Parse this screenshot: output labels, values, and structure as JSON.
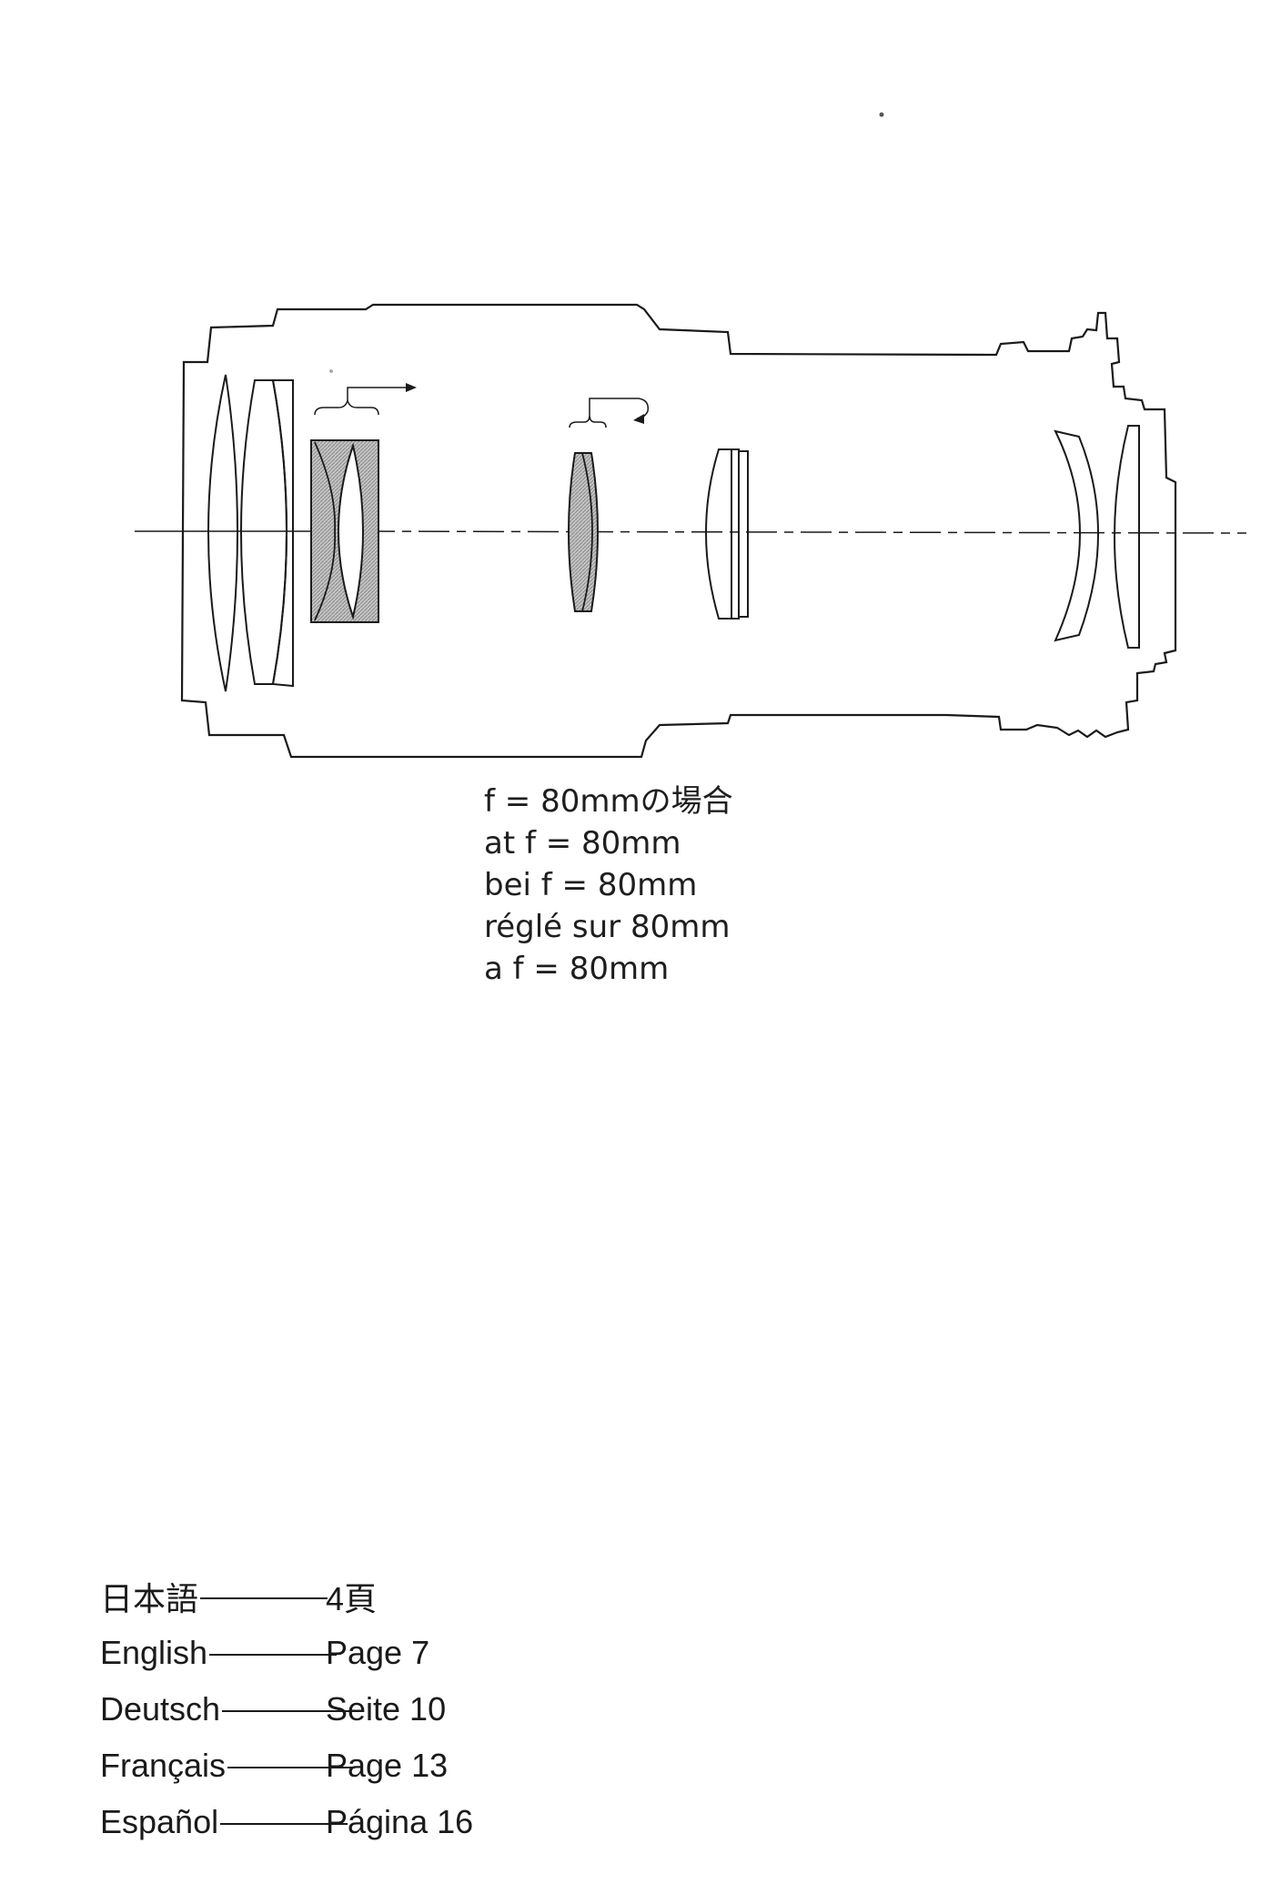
{
  "diagram_caption": [
    "f = 80mmの場合",
    "at f = 80mm",
    "bei f = 80mm",
    "réglé sur 80mm",
    "a f = 80mm"
  ],
  "toc": [
    {
      "language": "日本語",
      "page": "4頁"
    },
    {
      "language": "English",
      "page": "Page 7"
    },
    {
      "language": "Deutsch",
      "page": "Seite 10"
    },
    {
      "language": "Français",
      "page": "Page 13"
    },
    {
      "language": "Español",
      "page": "Página 16"
    }
  ],
  "colors": {
    "ink": "#1a1a1a",
    "shaded_lens": "#b4b4b4"
  }
}
